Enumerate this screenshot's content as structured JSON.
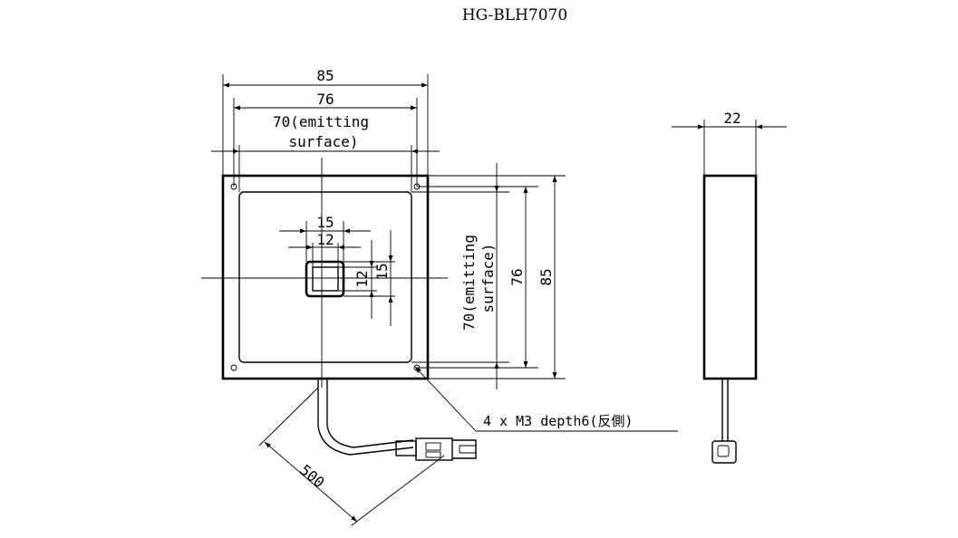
{
  "title": "HG-BLH7070",
  "front": {
    "width_outer": "85",
    "width_holes": "76",
    "width_emitting_line1": "70(emitting",
    "width_emitting_line2": "surface)",
    "window_outer": "15",
    "window_inner": "12",
    "window_inner_v": "12",
    "window_outer_v": "15",
    "height_emitting_line1": "70(emitting",
    "height_emitting_line2": "surface)",
    "height_holes": "76",
    "height_outer": "85",
    "cable_length": "500",
    "hole_note": "4 x  M3 depth6(反側)"
  },
  "side": {
    "thickness": "22"
  }
}
